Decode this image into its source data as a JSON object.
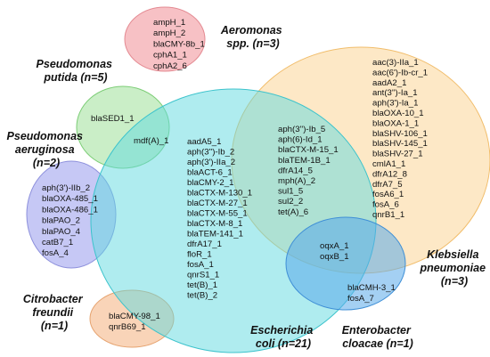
{
  "sets": {
    "aeromonas": {
      "label": [
        "Aeromonas",
        "spp. (n=3)"
      ],
      "color": "#f4a6ad",
      "genes": [
        "ampH_1",
        "ampH_2",
        "blaCMY-8b_1",
        "cphA1_1",
        "cphA2_6"
      ]
    },
    "putida": {
      "label": [
        "Pseudomonas",
        "putida (n=5)"
      ],
      "color": "#a6e3a1",
      "genes": [
        "blaSED1_1"
      ]
    },
    "aeruginosa": {
      "label": [
        "Pseudomonas",
        "aeruginosa",
        "(n=2)"
      ],
      "color": "#b3b6f2",
      "genes": [
        "aph(3')-IIb_2",
        "blaOXA-485_1",
        "blaOXA-486_1",
        "blaPAO_2",
        "blaPAO_4",
        "catB7_1",
        "fosA_4"
      ]
    },
    "citrobacter": {
      "label": [
        "Citrobacter",
        "freundii",
        "(n=1)"
      ],
      "color": "#f7c6a0",
      "genes": [
        "blaCMY-98_1",
        "qnrB69_1"
      ]
    },
    "ecoli": {
      "label": [
        "Escherichia",
        "coli (n=21)"
      ],
      "color": "#7fe3e8",
      "genes": [
        "aadA5_1",
        "aph(3'')-Ib_2",
        "aph(3')-IIa_2",
        "blaACT-6_1",
        "blaCMY-2_1",
        "blaCTX-M-130_1",
        "blaCTX-M-27_1",
        "blaCTX-M-55_1",
        "blaCTX-M-8_1",
        "blaTEM-141_1",
        "dfrA17_1",
        "floR_1",
        "fosA_1",
        "qnrS1_1",
        "tet(B)_1",
        "tet(B)_2"
      ]
    },
    "klebsiella": {
      "label": [
        "Klebsiella",
        "pneumoniae",
        "(n=3)"
      ],
      "color": "#fbd9a0",
      "genes": [
        "aac(3)-IIa_1",
        "aac(6')-Ib-cr_1",
        "aadA2_1",
        "ant(3'')-Ia_1",
        "aph(3')-Ia_1",
        "blaOXA-10_1",
        "blaOXA-1_1",
        "blaSHV-106_1",
        "blaSHV-145_1",
        "blaSHV-27_1",
        "cmlA1_1",
        "dfrA12_8",
        "dfrA7_5",
        "fosA6_1",
        "fosA_6",
        "qnrB1_1"
      ]
    },
    "enterobacter": {
      "label": [
        "Enterobacter",
        "cloacae (n=1)"
      ],
      "color": "#7ec3ef",
      "genes": [
        "blaCMH-3_1",
        "fosA_7"
      ]
    }
  },
  "intersections": {
    "putida_ecoli": [
      "mdf(A)_1"
    ],
    "ecoli_klebsiella": [
      "aph(3'')-Ib_5",
      "aph(6)-Id_1",
      "blaCTX-M-15_1",
      "blaTEM-1B_1",
      "dfrA14_5",
      "mph(A)_2",
      "sul1_5",
      "sul2_2",
      "tet(A)_6"
    ],
    "ecoli_klebsiella_enterobacter": [
      "oqxA_1",
      "oqxB_1"
    ]
  }
}
